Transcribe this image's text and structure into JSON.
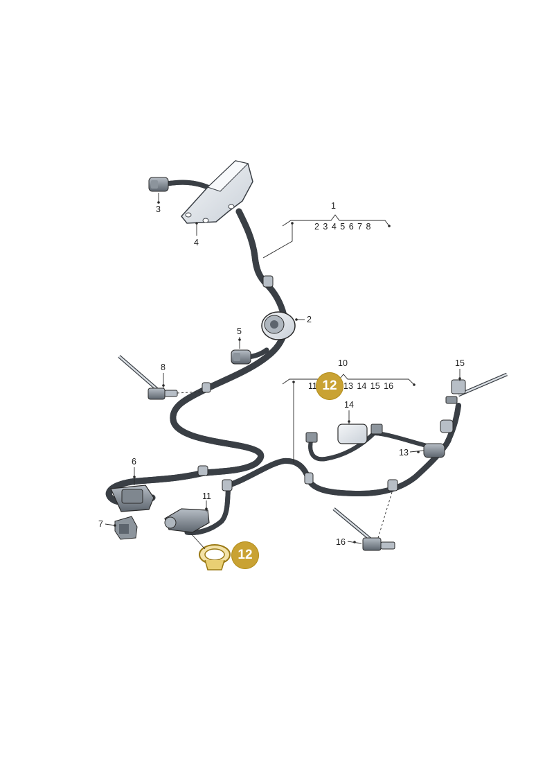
{
  "colors": {
    "badge": "#c9a233",
    "highlight": "#d7b84d",
    "line": "#2a2a2a",
    "harness": "#dfe4ea"
  },
  "callouts": {
    "c1": "1",
    "c1_items": "2 3 4 5 6 7 8",
    "c2": "2",
    "c3": "3",
    "c4": "4",
    "c5": "5",
    "c6": "6",
    "c7": "7",
    "c8": "8",
    "c10": "10",
    "c10_items_a": "11",
    "c10_items_b": "13 14 15 16",
    "c11": "11",
    "c13": "13",
    "c14": "14",
    "c15": "15",
    "c16": "16"
  },
  "badges": {
    "top": "12",
    "bottom": "12"
  }
}
